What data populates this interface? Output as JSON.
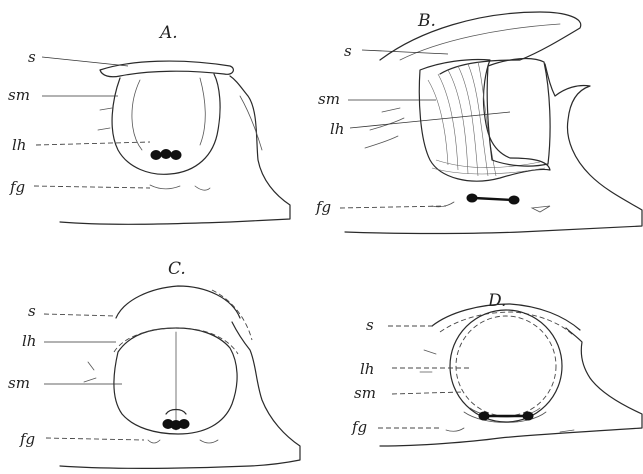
{
  "panels": {
    "a": {
      "title": "A.",
      "labels": {
        "s": "s",
        "sm": "sm",
        "lh": "lh",
        "fg": "fg"
      }
    },
    "b": {
      "title": "B.",
      "labels": {
        "s": "s",
        "sm": "sm",
        "lh": "lh",
        "fg": "fg"
      }
    },
    "c": {
      "title": "C.",
      "labels": {
        "s": "s",
        "lh": "lh",
        "sm": "sm",
        "fg": "fg"
      }
    },
    "d": {
      "title": "D.",
      "labels": {
        "s": "s",
        "lh": "lh",
        "sm": "sm",
        "fg": "fg"
      }
    }
  }
}
